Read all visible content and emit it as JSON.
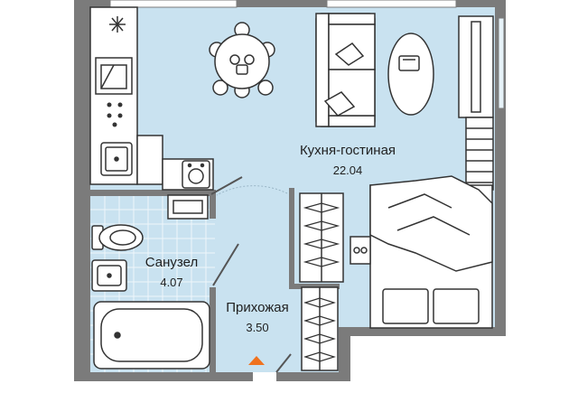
{
  "rooms": {
    "kitchen_living": {
      "name": "Кухня-гостиная",
      "area": "22.04"
    },
    "bathroom": {
      "name": "Санузел",
      "area": "4.07"
    },
    "hallway": {
      "name": "Прихожая",
      "area": "3.50"
    }
  },
  "colors": {
    "floor": "#c9e2f0",
    "wall": "#7b7b7b",
    "furniture_line": "#333333",
    "entrance_marker": "#f0721e"
  }
}
